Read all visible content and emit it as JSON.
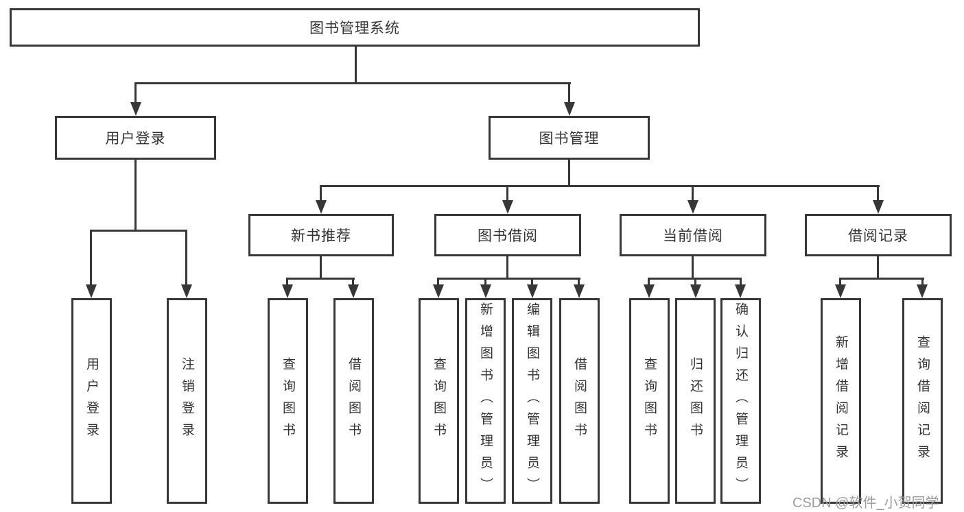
{
  "colors": {
    "background": "#ffffff",
    "line": "#373737",
    "text": "#333333",
    "watermark": "#9c9c9c"
  },
  "diagram": {
    "type": "tree",
    "title": "图书管理系统",
    "branches": [
      {
        "label": "用户登录",
        "leaves": [
          "用户登录",
          "注销登录"
        ]
      },
      {
        "label": "图书管理",
        "sections": [
          {
            "label": "新书推荐",
            "leaves": [
              "查询图书",
              "借阅图书"
            ]
          },
          {
            "label": "图书借阅",
            "leaves": [
              "查询图书",
              "新增图书（管理员）",
              "编辑图书（管理员）",
              "借阅图书"
            ]
          },
          {
            "label": "当前借阅",
            "leaves": [
              "查询图书",
              "归还图书",
              "确认归还（管理员）"
            ]
          },
          {
            "label": "借阅记录",
            "leaves": [
              "新增借阅记录",
              "查询借阅记录"
            ]
          }
        ]
      }
    ]
  },
  "watermark": {
    "text": "CSDN @软件_小贺同学"
  }
}
